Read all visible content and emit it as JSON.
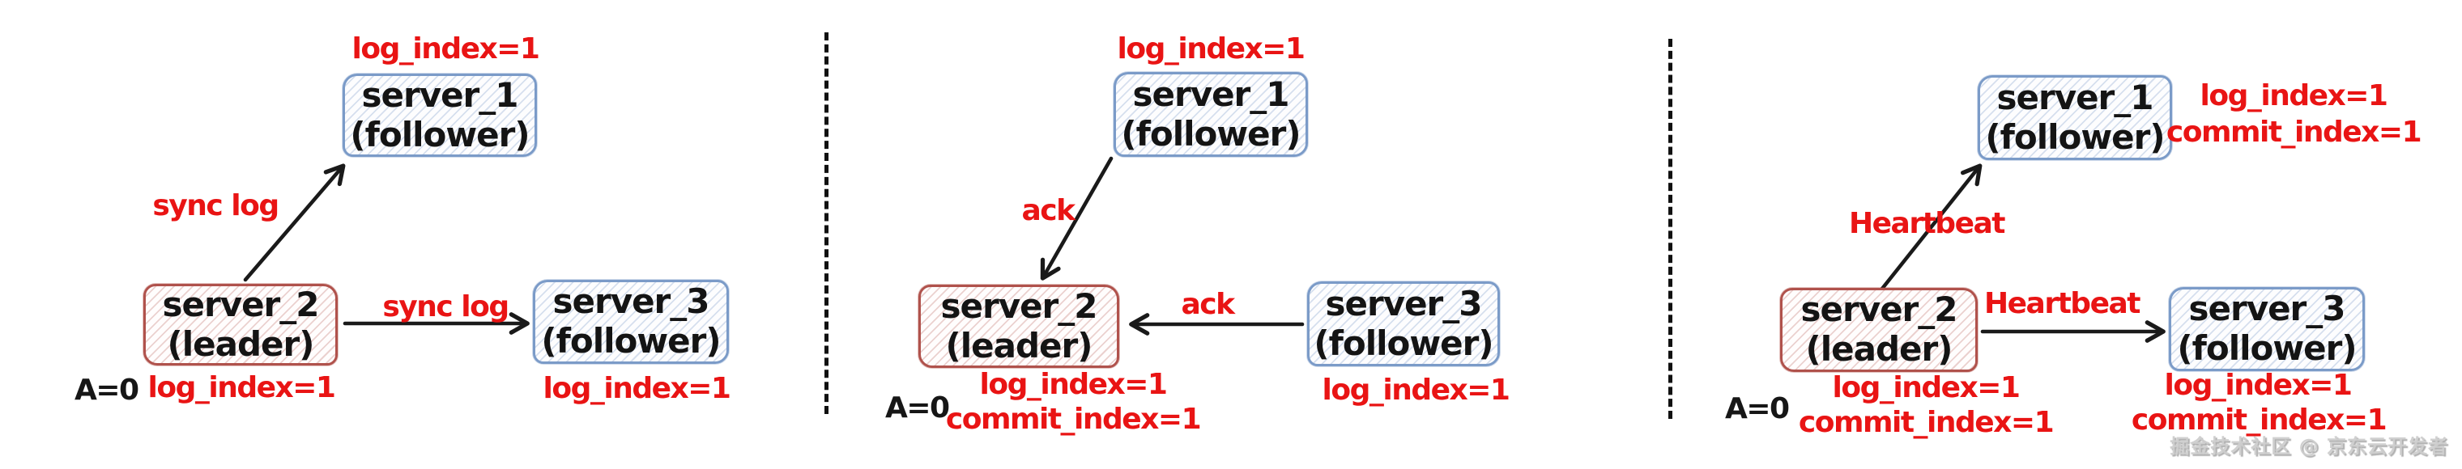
{
  "colors": {
    "annotation_red": "#e91414",
    "text_black": "#161616",
    "leader_border": "#b0524c",
    "follower_border": "#7b9bc8",
    "arrow_black": "#1a1a1a"
  },
  "watermark": "掘金技术社区 @ 京东云开发者",
  "panels": [
    {
      "id": "sync-log-phase",
      "variable_label": "A=0",
      "servers": {
        "s1": {
          "name": "server_1",
          "role": "(follower)"
        },
        "s2": {
          "name": "server_2",
          "role": "(leader)"
        },
        "s3": {
          "name": "server_3",
          "role": "(follower)"
        }
      },
      "annotations": {
        "s1_top": "log_index=1",
        "s2_bottom_1": "log_index=1",
        "s3_bottom_1": "log_index=1"
      },
      "arrows": {
        "to_s1_label": "sync log",
        "to_s3_label": "sync log"
      }
    },
    {
      "id": "ack-phase",
      "variable_label": "A=0",
      "servers": {
        "s1": {
          "name": "server_1",
          "role": "(follower)"
        },
        "s2": {
          "name": "server_2",
          "role": "(leader)"
        },
        "s3": {
          "name": "server_3",
          "role": "(follower)"
        }
      },
      "annotations": {
        "s1_top": "log_index=1",
        "s2_bottom_1": "log_index=1",
        "s2_bottom_2": "commit_index=1",
        "s3_bottom_1": "log_index=1"
      },
      "arrows": {
        "from_s1_label": "ack",
        "from_s3_label": "ack"
      }
    },
    {
      "id": "heartbeat-phase",
      "variable_label": "A=0",
      "servers": {
        "s1": {
          "name": "server_1",
          "role": "(follower)"
        },
        "s2": {
          "name": "server_2",
          "role": "(leader)"
        },
        "s3": {
          "name": "server_3",
          "role": "(follower)"
        }
      },
      "annotations": {
        "s1_right_1": "log_index=1",
        "s1_right_2": "commit_index=1",
        "s2_bottom_1": "log_index=1",
        "s2_bottom_2": "commit_index=1",
        "s3_bottom_1": "log_index=1",
        "s3_bottom_2": "commit_index=1"
      },
      "arrows": {
        "to_s1_label": "Heartbeat",
        "to_s3_label": "Heartbeat"
      }
    }
  ]
}
